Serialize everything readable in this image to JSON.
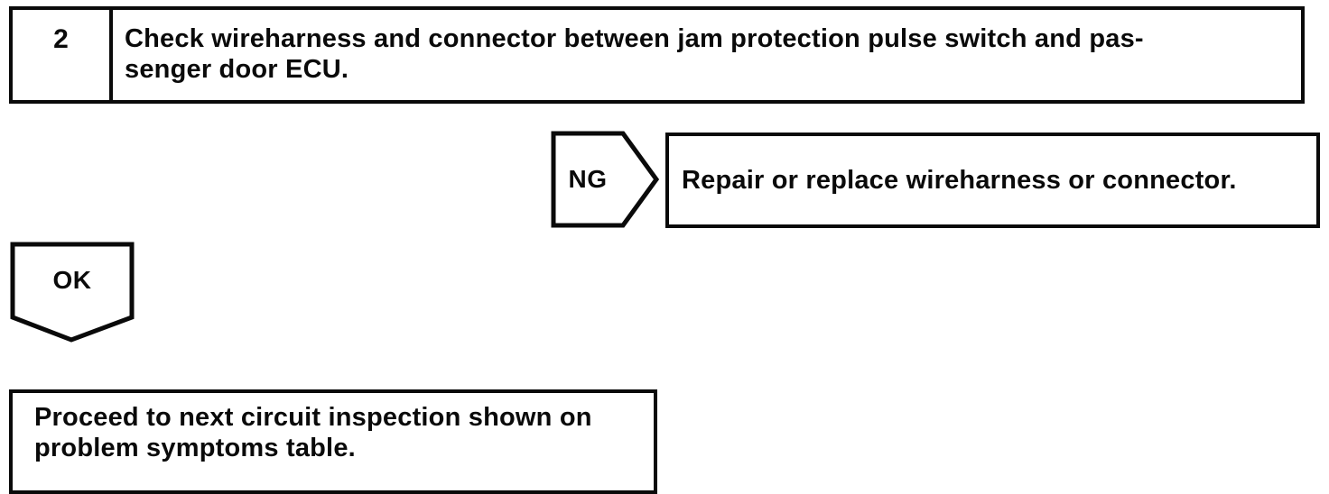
{
  "flowchart": {
    "step_box": {
      "number": "2",
      "instruction_line1": "Check wireharness and connector between jam protection pulse switch and pas-",
      "instruction_line2": "senger door ECU."
    },
    "ng_branch": {
      "label": "NG",
      "action": "Repair or replace wireharness or connector."
    },
    "ok_branch": {
      "label": "OK"
    },
    "result_box": {
      "line1": "Proceed to next circuit inspection shown on",
      "line2": "problem symptoms table."
    },
    "colors": {
      "line": "#0a0a0a",
      "background": "#ffffff"
    }
  }
}
